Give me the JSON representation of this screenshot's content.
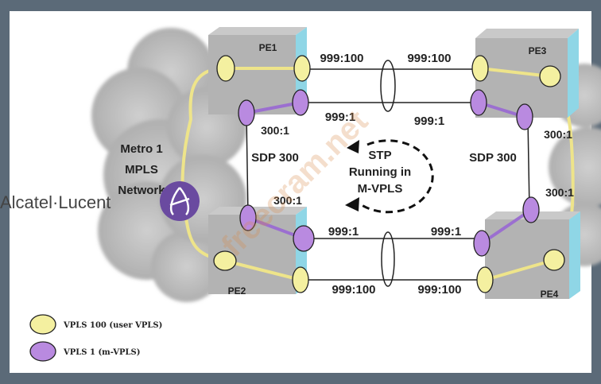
{
  "routers": {
    "pe1": "PE1",
    "pe2": "PE2",
    "pe3": "PE3",
    "pe4": "PE4"
  },
  "links": {
    "top_left": "999:100",
    "top_right": "999:100",
    "upper_left": "999:1",
    "upper_right": "999:1",
    "lower_left": "999:1",
    "lower_right": "999:1",
    "bottom_left": "999:100",
    "bottom_right": "999:100"
  },
  "sdp": {
    "left_label": "SDP 300",
    "right_label": "SDP 300",
    "left_top": "300:1",
    "left_bottom": "300:1",
    "right_top": "300:1",
    "right_bottom": "300:1"
  },
  "stp": {
    "line1": "STP",
    "line2": "Running in",
    "line3": "M-VPLS"
  },
  "cloud": {
    "line1": "Metro 1",
    "line2": "MPLS",
    "line3": "Network"
  },
  "logo": {
    "text": "Alcatel·Lucent"
  },
  "watermark": "freecram.net",
  "legend": {
    "items": [
      {
        "label": "VPLS 100 (user VPLS)",
        "color": "#f4f0a0"
      },
      {
        "label": "VPLS 1 (m-VPLS)",
        "color": "#b98ae0"
      }
    ]
  },
  "colors": {
    "vpls100_link": "#eee48a",
    "vpls1_link": "#9b6fd0",
    "router_side": "#8fd6e6"
  }
}
